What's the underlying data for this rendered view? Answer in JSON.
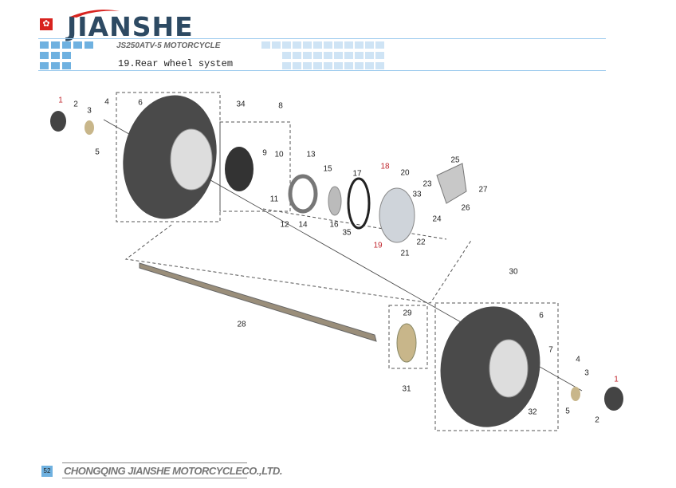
{
  "header": {
    "brand": "JIANSHE",
    "model": "JS250ATV-5 MOTORCYCLE",
    "section_title": "19.Rear wheel system"
  },
  "footer": {
    "page_number": "52",
    "company": "CHONGQING JIANSHE MOTORCYCLECO.,LTD."
  },
  "callouts": [
    "1",
    "2",
    "3",
    "4",
    "5",
    "6",
    "34",
    "8",
    "9",
    "10",
    "11",
    "12",
    "13",
    "14",
    "15",
    "16",
    "17",
    "18",
    "20",
    "33",
    "23",
    "25",
    "27",
    "26",
    "24",
    "35",
    "19",
    "22",
    "21",
    "28",
    "30",
    "6",
    "7",
    "29",
    "31",
    "32",
    "4",
    "3",
    "1",
    "5",
    "2"
  ]
}
